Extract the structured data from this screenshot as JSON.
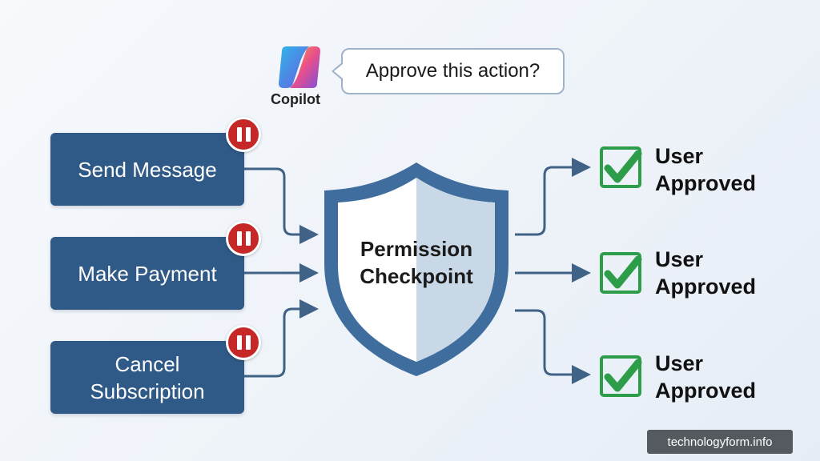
{
  "copilot": {
    "label": "Copilot",
    "prompt": "Approve this action?",
    "logo_icon": "copilot-logo-icon"
  },
  "actions": [
    {
      "label": "Send Message",
      "badge_icon": "pause-icon"
    },
    {
      "label": "Make Payment",
      "badge_icon": "pause-icon"
    },
    {
      "label": "Cancel\nSubscription",
      "badge_icon": "pause-icon"
    }
  ],
  "checkpoint": {
    "label": "Permission\nCheckpoint",
    "icon": "shield-icon"
  },
  "results": [
    {
      "label": "User\nApproved",
      "icon": "check-icon"
    },
    {
      "label": "User\nApproved",
      "icon": "check-icon"
    },
    {
      "label": "User\nApproved",
      "icon": "check-icon"
    }
  ],
  "watermark": "technologyform.info",
  "colors": {
    "action_box": "#2f5a87",
    "pause_badge": "#c62828",
    "shield_dark": "#3f6e9e",
    "shield_light": "#c9d8e6",
    "check_green": "#2e9d4a",
    "arrow": "#3f6286"
  }
}
